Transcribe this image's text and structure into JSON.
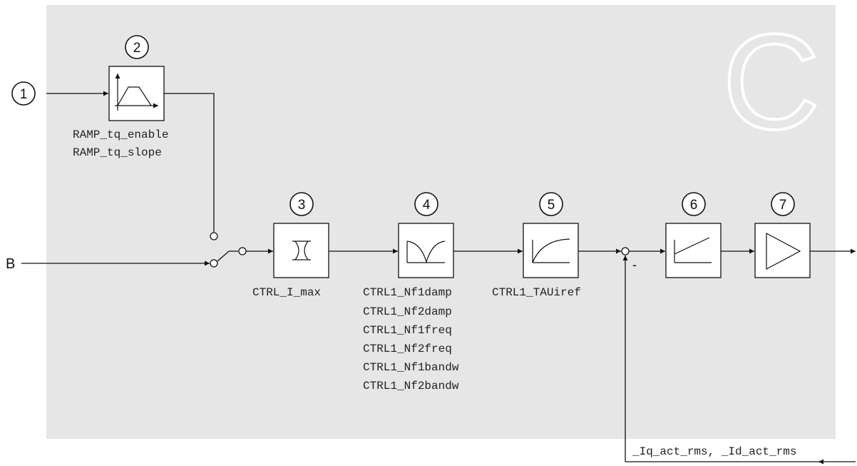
{
  "panel": {
    "letter": "C",
    "background": "#e6e6e6",
    "letter_color": "#ffffff"
  },
  "inputs": {
    "numbered_input": "1",
    "b_input": "B"
  },
  "markers": [
    "2",
    "3",
    "4",
    "5",
    "6",
    "7"
  ],
  "blocks": {
    "ramp": {
      "marker": "2",
      "icon": "ramp-profile-icon",
      "params": [
        "RAMP_tq_enable",
        "RAMP_tq_slope"
      ]
    },
    "limiter": {
      "marker": "3",
      "icon": "current-limit-icon",
      "params": [
        "CTRL_I_max"
      ]
    },
    "notch_filter": {
      "marker": "4",
      "icon": "notch-filter-icon",
      "params": [
        "CTRL1_Nf1damp",
        "CTRL1_Nf2damp",
        "CTRL1_Nf1freq",
        "CTRL1_Nf2freq",
        "CTRL1_Nf1bandw",
        "CTRL1_Nf2bandw"
      ]
    },
    "lowpass": {
      "marker": "5",
      "icon": "lowpass-filter-icon",
      "params": [
        "CTRL1_TAUiref"
      ]
    },
    "controller": {
      "marker": "6",
      "icon": "pi-controller-icon"
    },
    "amplifier": {
      "marker": "7",
      "icon": "amplifier-triangle-icon"
    }
  },
  "summing_junction": {
    "sign": "-"
  },
  "feedback": {
    "label": "_Iq_act_rms, _Id_act_rms"
  }
}
